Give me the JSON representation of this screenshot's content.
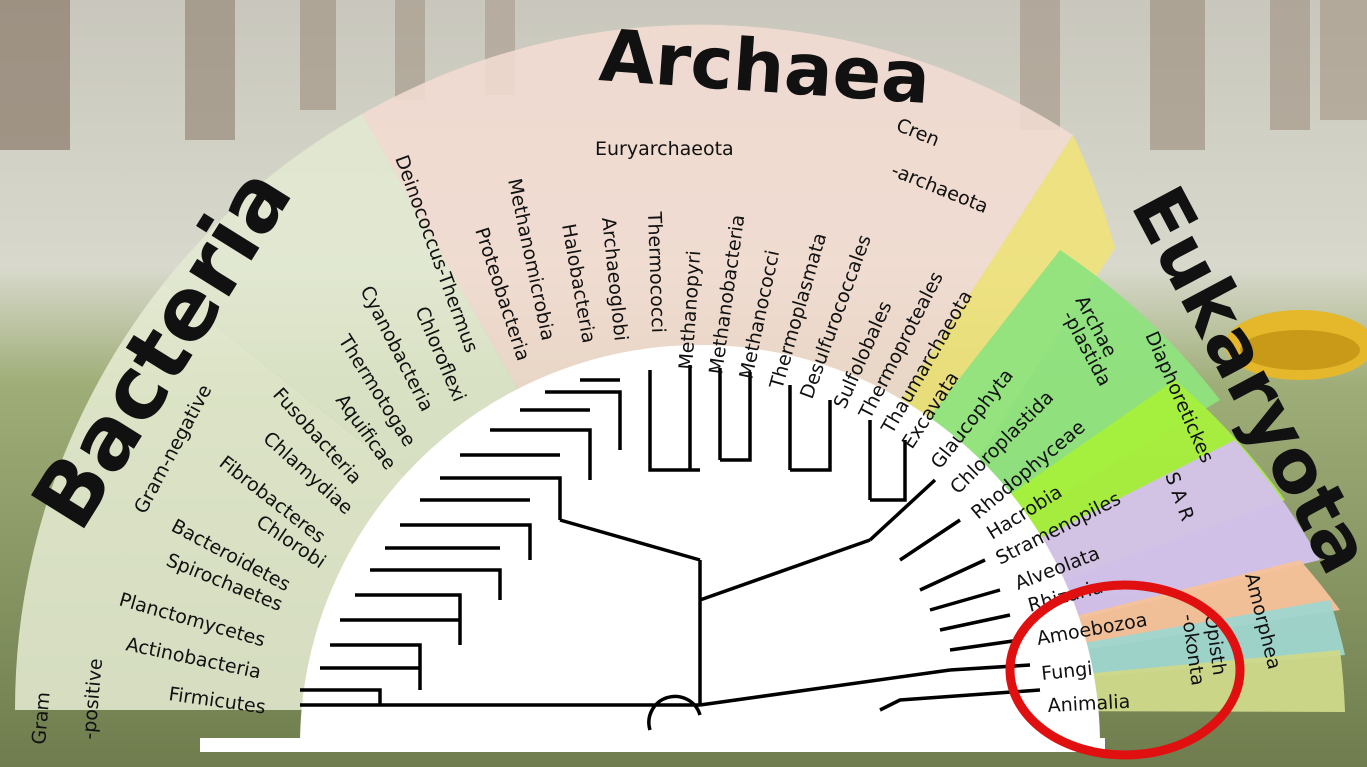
{
  "domains": {
    "bacteria": "Bacteria",
    "archaea": "Archaea",
    "eukaryota": "Eukaryota"
  },
  "groups": {
    "gram_negative": "Gram-negative",
    "gram_positive": "Gram\n-positive",
    "euryarchaeota": "Euryarchaeota",
    "crenarchaeota": "Cren\n-archaeota",
    "archaeplastida": "Archae\n-plastida",
    "diaphoretickes": "Diaphoretickes",
    "sar": "S A R",
    "amorphea": "Amorphea",
    "opisthokonta": "Opisth\n-okonta"
  },
  "taxa": {
    "bacteria": [
      "Firmicutes",
      "Actinobacteria",
      "Planctomycetes",
      "Spirochaetes",
      "Bacteroidetes",
      "Chlorobi",
      "Fibrobacteres",
      "Chlamydiae",
      "Fusobacteria",
      "Aquificae",
      "Thermotogae",
      "Cyanobacteria",
      "Chloroflexi",
      "Deinococcus-Thermus",
      "Proteobacteria"
    ],
    "archaea": [
      "Methanomicrobia",
      "Halobacteria",
      "Archaeoglobi",
      "Thermococci",
      "Methanopyri",
      "Methanobacteria",
      "Methanococci",
      "Thermoplasmata",
      "Desulfurococcales",
      "Sulfolobales",
      "Thermoproteales",
      "Thaumarchaeota"
    ],
    "eukaryota": [
      "Excavata",
      "Glaucophyta",
      "Chloroplastida",
      "Rhodophyceae",
      "Hacrobia",
      "Stramenopiles",
      "Alveolata",
      "Rhizaria",
      "Amoebozoa",
      "Fungi",
      "Animalia"
    ]
  },
  "colors": {
    "bacteria_band": "#e6ecd3",
    "archaea_band": "#f2dcd2",
    "excavata": "#efe27a",
    "archaeplastida": "#8fe37e",
    "diaphoretickes": "#a6f03c",
    "sar": "#b6f23a",
    "rhizaria": "#d4c1ee",
    "amoebozoa": "#f7c29a",
    "opisthokonta": "#9fd6cf",
    "animalia": "#cfd98a",
    "highlight": "#e01010"
  },
  "highlight": {
    "shape": "ellipse",
    "target": "Opisthokonta (Fungi, Animalia)"
  }
}
